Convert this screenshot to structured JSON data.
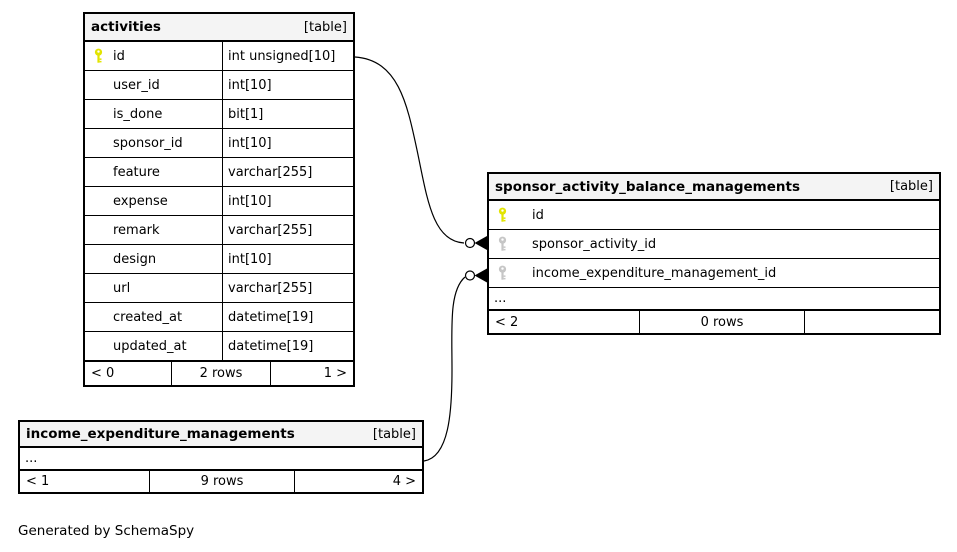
{
  "diagram": {
    "generated_by": "Generated by SchemaSpy"
  },
  "colors": {
    "header_bg": "#f4f4f4",
    "border": "#000000",
    "pk_key": "#e2e400",
    "fk_key": "#c6c6c6",
    "canvas_bg": "#ffffff"
  },
  "tables": {
    "activities": {
      "title": "activities",
      "tag": "[table]",
      "columns": [
        {
          "name": "id",
          "type": "int unsigned[10]",
          "key": "primary"
        },
        {
          "name": "user_id",
          "type": "int[10]",
          "key": ""
        },
        {
          "name": "is_done",
          "type": "bit[1]",
          "key": ""
        },
        {
          "name": "sponsor_id",
          "type": "int[10]",
          "key": ""
        },
        {
          "name": "feature",
          "type": "varchar[255]",
          "key": ""
        },
        {
          "name": "expense",
          "type": "int[10]",
          "key": ""
        },
        {
          "name": "remark",
          "type": "varchar[255]",
          "key": ""
        },
        {
          "name": "design",
          "type": "int[10]",
          "key": ""
        },
        {
          "name": "url",
          "type": "varchar[255]",
          "key": ""
        },
        {
          "name": "created_at",
          "type": "datetime[19]",
          "key": ""
        },
        {
          "name": "updated_at",
          "type": "datetime[19]",
          "key": ""
        }
      ],
      "footer": {
        "left": "< 0",
        "center": "2 rows",
        "right": "1 >"
      }
    },
    "sponsor_activity_balance_managements": {
      "title": "sponsor_activity_balance_managements",
      "tag": "[table]",
      "columns": [
        {
          "name": "id",
          "key": "primary"
        },
        {
          "name": "sponsor_activity_id",
          "key": "foreign"
        },
        {
          "name": "income_expenditure_management_id",
          "key": "foreign"
        }
      ],
      "ellipsis": "...",
      "footer": {
        "left": "< 2",
        "center": "0 rows",
        "right": ""
      }
    },
    "income_expenditure_managements": {
      "title": "income_expenditure_managements",
      "tag": "[table]",
      "ellipsis": "...",
      "footer": {
        "left": "< 1",
        "center": "9 rows",
        "right": "4 >"
      }
    }
  },
  "relationships": [
    {
      "from": "activities.id",
      "to": "sponsor_activity_balance_managements.sponsor_activity_id"
    },
    {
      "from": "income_expenditure_managements",
      "to": "sponsor_activity_balance_managements.income_expenditure_management_id"
    }
  ]
}
